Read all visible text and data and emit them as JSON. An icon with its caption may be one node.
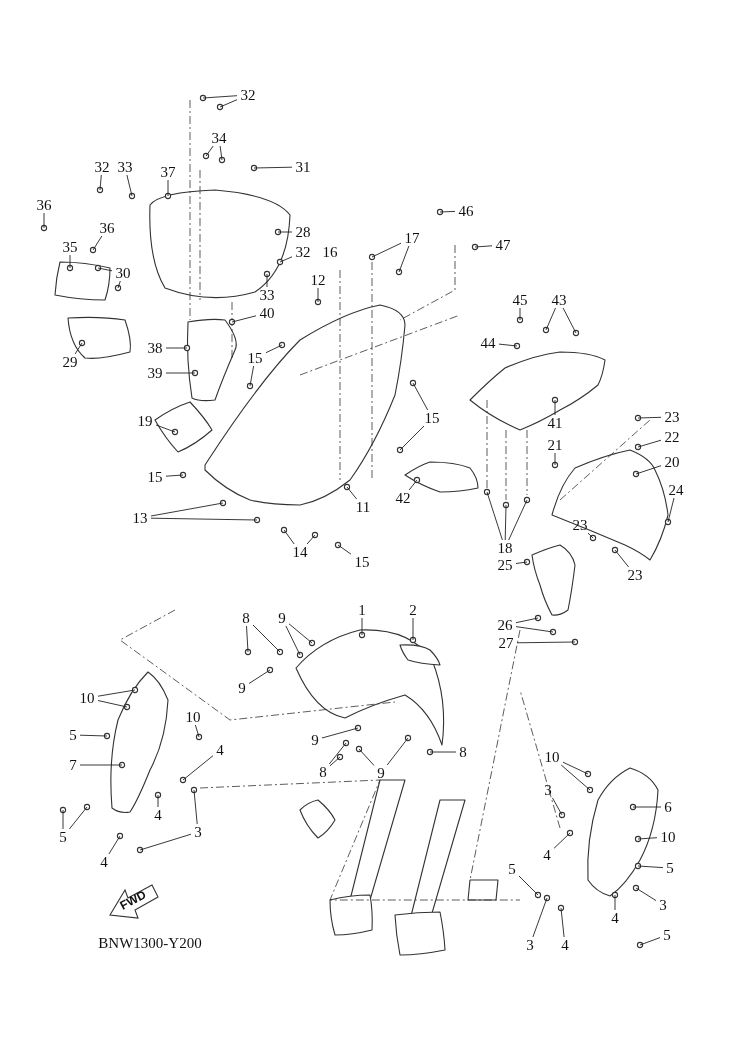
{
  "diagram": {
    "nodes": [
      {
        "text": [
          "32"
        ]
      },
      {
        "text": [
          "34"
        ]
      },
      {
        "text": [
          "31"
        ]
      },
      {
        "text": [
          "32"
        ]
      },
      {
        "text": [
          "33"
        ]
      },
      {
        "text": [
          "37"
        ]
      },
      {
        "text": [
          "36"
        ]
      },
      {
        "text": [
          "46"
        ]
      },
      {
        "text": [
          "28"
        ]
      },
      {
        "text": [
          "36"
        ]
      },
      {
        "text": [
          "17"
        ]
      },
      {
        "text": [
          "47"
        ]
      },
      {
        "text": [
          "35"
        ]
      },
      {
        "text": [
          "16"
        ]
      },
      {
        "text": [
          "32"
        ]
      },
      {
        "text": [
          "12"
        ]
      },
      {
        "text": [
          "30"
        ]
      },
      {
        "text": [
          "33"
        ]
      },
      {
        "text": [
          "45"
        ]
      },
      {
        "text": [
          "43"
        ]
      },
      {
        "text": [
          "40"
        ]
      },
      {
        "text": [
          "44"
        ]
      },
      {
        "text": [
          "38"
        ]
      },
      {
        "text": [
          "15"
        ]
      },
      {
        "text": [
          "29"
        ]
      },
      {
        "text": [
          "39"
        ]
      },
      {
        "text": [
          "19"
        ]
      },
      {
        "text": [
          "15"
        ]
      },
      {
        "text": [
          "23"
        ]
      },
      {
        "text": [
          "41"
        ]
      },
      {
        "text": [
          "22"
        ]
      },
      {
        "text": [
          "21"
        ]
      },
      {
        "text": [
          "20"
        ]
      },
      {
        "text": [
          "15"
        ]
      },
      {
        "text": [
          "24"
        ]
      },
      {
        "text": [
          "42"
        ]
      },
      {
        "text": [
          "11"
        ]
      },
      {
        "text": [
          "13"
        ]
      },
      {
        "text": [
          "23"
        ]
      },
      {
        "text": [
          "18"
        ]
      },
      {
        "text": [
          "14"
        ]
      },
      {
        "text": [
          "15"
        ]
      },
      {
        "text": [
          "25"
        ]
      },
      {
        "text": [
          "23"
        ]
      },
      {
        "text": [
          "1"
        ]
      },
      {
        "text": [
          "2"
        ]
      },
      {
        "text": [
          "8"
        ]
      },
      {
        "text": [
          "9"
        ]
      },
      {
        "text": [
          "26"
        ]
      },
      {
        "text": [
          "27"
        ]
      },
      {
        "text": [
          "9"
        ]
      },
      {
        "text": [
          "10"
        ]
      },
      {
        "text": [
          "10"
        ]
      },
      {
        "text": [
          "5"
        ]
      },
      {
        "text": [
          "9"
        ]
      },
      {
        "text": [
          "4"
        ]
      },
      {
        "text": [
          "8"
        ]
      },
      {
        "text": [
          "10"
        ]
      },
      {
        "text": [
          "7"
        ]
      },
      {
        "text": [
          "8"
        ]
      },
      {
        "text": [
          "9"
        ]
      },
      {
        "text": [
          "3"
        ]
      },
      {
        "text": [
          "6"
        ]
      },
      {
        "text": [
          "4"
        ]
      },
      {
        "text": [
          "3"
        ]
      },
      {
        "text": [
          "5"
        ]
      },
      {
        "text": [
          "10"
        ]
      },
      {
        "text": [
          "4"
        ]
      },
      {
        "text": [
          "4"
        ]
      },
      {
        "text": [
          "5"
        ]
      },
      {
        "text": [
          "5"
        ]
      },
      {
        "text": [
          "3"
        ]
      },
      {
        "text": [
          "4"
        ]
      },
      {
        "text": [
          "3"
        ]
      },
      {
        "text": [
          "5"
        ]
      },
      {
        "text": [
          "4"
        ]
      }
    ],
    "edges": [
      {
        "from": 0,
        "to": null,
        "arrow": "none"
      },
      {
        "from": 0,
        "to": null,
        "arrow": "none"
      },
      {
        "from": 1,
        "to": null,
        "arrow": "none"
      },
      {
        "from": 1,
        "to": null,
        "arrow": "none"
      },
      {
        "from": 2,
        "to": null,
        "arrow": "none"
      },
      {
        "from": 3,
        "to": null,
        "arrow": "none"
      },
      {
        "from": 4,
        "to": null,
        "arrow": "none"
      },
      {
        "from": 5,
        "to": null,
        "arrow": "none"
      },
      {
        "from": 6,
        "to": null,
        "arrow": "none"
      },
      {
        "from": 7,
        "to": null,
        "arrow": "none"
      },
      {
        "from": 8,
        "to": null,
        "arrow": "none"
      },
      {
        "from": 9,
        "to": null,
        "arrow": "none"
      },
      {
        "from": 10,
        "to": null,
        "arrow": "none"
      },
      {
        "from": 10,
        "to": null,
        "arrow": "none"
      },
      {
        "from": 11,
        "to": null,
        "arrow": "none"
      },
      {
        "from": 12,
        "to": null,
        "arrow": "none"
      },
      {
        "from": 14,
        "to": null,
        "arrow": "none"
      },
      {
        "from": 15,
        "to": null,
        "arrow": "none"
      },
      {
        "from": 16,
        "to": null,
        "arrow": "none"
      },
      {
        "from": 16,
        "to": null,
        "arrow": "none"
      },
      {
        "from": 17,
        "to": null,
        "arrow": "none"
      },
      {
        "from": 18,
        "to": null,
        "arrow": "none"
      },
      {
        "from": 19,
        "to": null,
        "arrow": "none"
      },
      {
        "from": 19,
        "to": null,
        "arrow": "none"
      },
      {
        "from": 20,
        "to": null,
        "arrow": "none"
      },
      {
        "from": 21,
        "to": null,
        "arrow": "none"
      },
      {
        "from": 22,
        "to": null,
        "arrow": "none"
      },
      {
        "from": 23,
        "to": null,
        "arrow": "none"
      },
      {
        "from": 23,
        "to": null,
        "arrow": "none"
      },
      {
        "from": 24,
        "to": null,
        "arrow": "none"
      },
      {
        "from": 25,
        "to": null,
        "arrow": "none"
      },
      {
        "from": 26,
        "to": null,
        "arrow": "none"
      },
      {
        "from": 27,
        "to": null,
        "arrow": "none"
      },
      {
        "from": 27,
        "to": null,
        "arrow": "none"
      },
      {
        "from": 28,
        "to": null,
        "arrow": "none"
      },
      {
        "from": 29,
        "to": null,
        "arrow": "none"
      },
      {
        "from": 30,
        "to": null,
        "arrow": "none"
      },
      {
        "from": 31,
        "to": null,
        "arrow": "none"
      },
      {
        "from": 32,
        "to": null,
        "arrow": "none"
      },
      {
        "from": 33,
        "to": null,
        "arrow": "none"
      },
      {
        "from": 34,
        "to": null,
        "arrow": "none"
      },
      {
        "from": 35,
        "to": null,
        "arrow": "none"
      },
      {
        "from": 36,
        "to": null,
        "arrow": "none"
      },
      {
        "from": 37,
        "to": null,
        "arrow": "none"
      },
      {
        "from": 37,
        "to": null,
        "arrow": "none"
      },
      {
        "from": 38,
        "to": null,
        "arrow": "none"
      },
      {
        "from": 39,
        "to": null,
        "arrow": "none"
      },
      {
        "from": 39,
        "to": null,
        "arrow": "none"
      },
      {
        "from": 39,
        "to": null,
        "arrow": "none"
      },
      {
        "from": 40,
        "to": null,
        "arrow": "none"
      },
      {
        "from": 40,
        "to": null,
        "arrow": "none"
      },
      {
        "from": 41,
        "to": null,
        "arrow": "none"
      },
      {
        "from": 42,
        "to": null,
        "arrow": "none"
      },
      {
        "from": 43,
        "to": null,
        "arrow": "none"
      },
      {
        "from": 44,
        "to": null,
        "arrow": "none"
      },
      {
        "from": 45,
        "to": null,
        "arrow": "none"
      },
      {
        "from": 46,
        "to": null,
        "arrow": "none"
      },
      {
        "from": 46,
        "to": null,
        "arrow": "none"
      },
      {
        "from": 47,
        "to": null,
        "arrow": "none"
      },
      {
        "from": 47,
        "to": null,
        "arrow": "none"
      },
      {
        "from": 48,
        "to": null,
        "arrow": "none"
      },
      {
        "from": 48,
        "to": null,
        "arrow": "none"
      },
      {
        "from": 49,
        "to": null,
        "arrow": "none"
      },
      {
        "from": 50,
        "to": null,
        "arrow": "none"
      },
      {
        "from": 51,
        "to": null,
        "arrow": "none"
      },
      {
        "from": 51,
        "to": null,
        "arrow": "none"
      },
      {
        "from": 52,
        "to": null,
        "arrow": "none"
      },
      {
        "from": 53,
        "to": null,
        "arrow": "none"
      },
      {
        "from": 54,
        "to": null,
        "arrow": "none"
      },
      {
        "from": 55,
        "to": null,
        "arrow": "none"
      },
      {
        "from": 56,
        "to": null,
        "arrow": "none"
      },
      {
        "from": 57,
        "to": null,
        "arrow": "none"
      },
      {
        "from": 57,
        "to": null,
        "arrow": "none"
      },
      {
        "from": 58,
        "to": null,
        "arrow": "none"
      },
      {
        "from": 59,
        "to": null,
        "arrow": "none"
      },
      {
        "from": 59,
        "to": null,
        "arrow": "none"
      },
      {
        "from": 60,
        "to": null,
        "arrow": "none"
      },
      {
        "from": 60,
        "to": null,
        "arrow": "none"
      },
      {
        "from": 61,
        "to": null,
        "arrow": "none"
      },
      {
        "from": 62,
        "to": null,
        "arrow": "none"
      },
      {
        "from": 63,
        "to": null,
        "arrow": "none"
      },
      {
        "from": 64,
        "to": null,
        "arrow": "none"
      },
      {
        "from": 64,
        "to": null,
        "arrow": "none"
      },
      {
        "from": 65,
        "to": null,
        "arrow": "none"
      },
      {
        "from": 65,
        "to": null,
        "arrow": "none"
      },
      {
        "from": 66,
        "to": null,
        "arrow": "none"
      },
      {
        "from": 67,
        "to": null,
        "arrow": "none"
      },
      {
        "from": 68,
        "to": null,
        "arrow": "none"
      },
      {
        "from": 69,
        "to": null,
        "arrow": "none"
      },
      {
        "from": 70,
        "to": null,
        "arrow": "none"
      },
      {
        "from": 71,
        "to": null,
        "arrow": "none"
      },
      {
        "from": 72,
        "to": null,
        "arrow": "none"
      },
      {
        "from": 73,
        "to": null,
        "arrow": "none"
      },
      {
        "from": 74,
        "to": null,
        "arrow": "none"
      },
      {
        "from": 75,
        "to": null,
        "arrow": "none"
      }
    ],
    "labels": [
      "FWD",
      "BNW1300-Y200"
    ]
  }
}
